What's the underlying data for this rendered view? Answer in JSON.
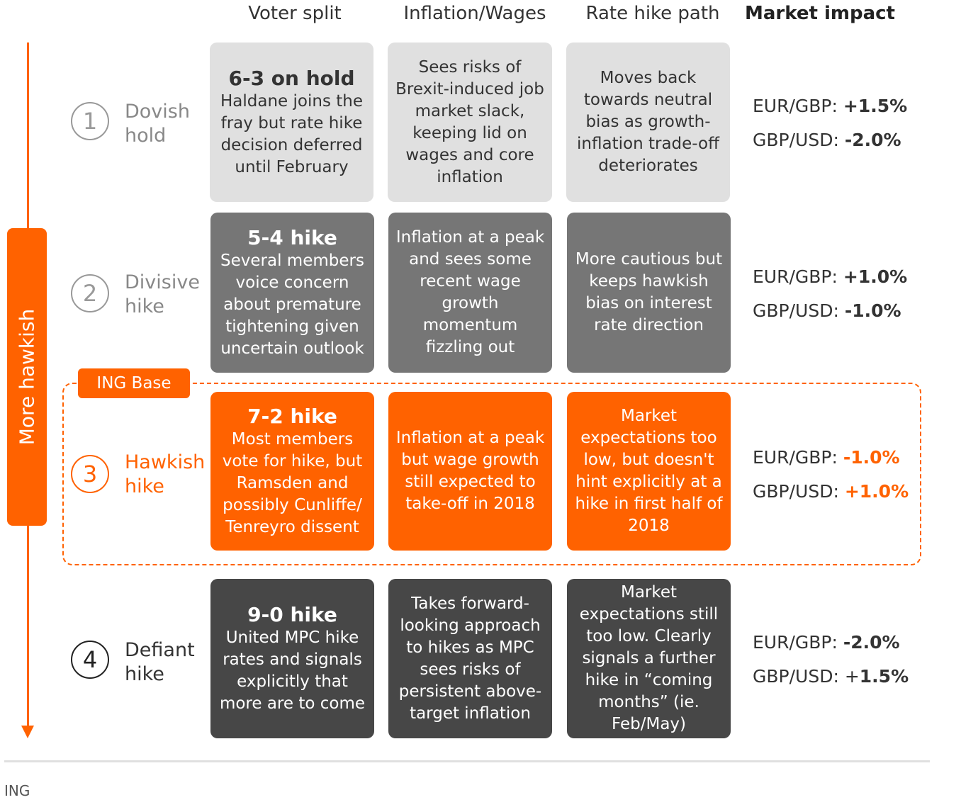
{
  "headers": {
    "voter": "Voter split",
    "inflation": "Inflation/Wages",
    "rate": "Rate hike path",
    "market": "Market impact"
  },
  "axis_label": "More hawkish",
  "base_label": "ING Base",
  "colors": {
    "accent": "#ff6200",
    "light": "#e0e0e0",
    "mid": "#767676",
    "dark": "#474747"
  },
  "rows": [
    {
      "num": "1",
      "name_l1": "Dovish",
      "name_l2": "hold",
      "voter_title": "6-3 on hold",
      "voter_text": "Haldane joins the fray but rate hike decision deferred until February",
      "inflation": "Sees risks of Brexit-induced job market slack, keeping lid on wages and core inflation",
      "rate": "Moves back towards neutral bias as growth-inflation trade-off deteriorates",
      "eur_label": "EUR/GBP:",
      "eur_value": "+1.5%",
      "usd_label": "GBP/USD:",
      "usd_value": "-2.0%"
    },
    {
      "num": "2",
      "name_l1": "Divisive",
      "name_l2": "hike",
      "voter_title": "5-4 hike",
      "voter_text": "Several members voice concern about premature tightening given uncertain outlook",
      "inflation": "Inflation at a peak and sees some recent wage growth momentum fizzling out",
      "rate": "More cautious but keeps hawkish bias on interest rate direction",
      "eur_label": "EUR/GBP:",
      "eur_value": "+1.0%",
      "usd_label": "GBP/USD:",
      "usd_value": "-1.0%"
    },
    {
      "num": "3",
      "name_l1": "Hawkish",
      "name_l2": "hike",
      "voter_title": "7-2 hike",
      "voter_text": "Most members vote for hike, but Ramsden and possibly Cunliffe/ Tenreyro dissent",
      "inflation": "Inflation at a peak but wage growth still expected to take-off in 2018",
      "rate": "Market expectations too low, but doesn't hint explicitly at a hike in first half of 2018",
      "eur_label": "EUR/GBP:",
      "eur_value": "-1.0%",
      "usd_label": "GBP/USD:",
      "usd_value": "+1.0%"
    },
    {
      "num": "4",
      "name_l1": "Defiant",
      "name_l2": "hike",
      "voter_title": "9-0 hike",
      "voter_text": "United MPC hike rates and signals explicitly that more are to come",
      "inflation": "Takes forward-looking approach to hikes as MPC sees risks of persistent above-target inflation",
      "rate": "Market expectations still too low. Clearly signals a further hike in “coming months” (ie. Feb/May)",
      "eur_label": "EUR/GBP:",
      "eur_value": "-2.0%",
      "usd_label": "GBP/USD:",
      "usd_sign": "+",
      "usd_value": "1.5%"
    }
  ],
  "source": "ING"
}
